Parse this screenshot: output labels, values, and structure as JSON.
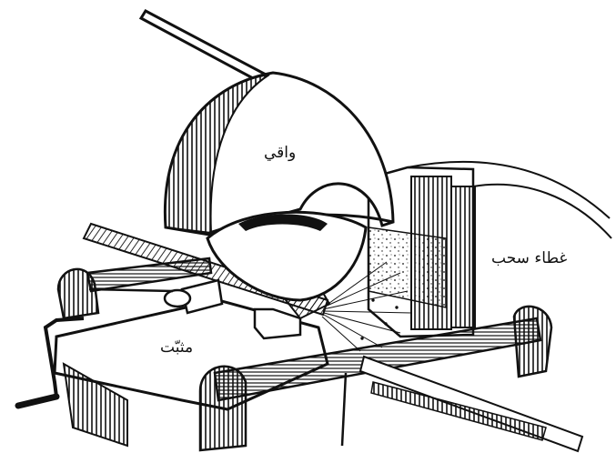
{
  "labels": {
    "guard": "واقي",
    "hood": "غطاء سحب",
    "clamp": "مثبّت"
  },
  "colors": {
    "ink": "#111111",
    "paper": "#ffffff"
  },
  "parts": [
    "operating-lever",
    "blade-guard",
    "cutting-wheel",
    "workpiece",
    "exhaust-hood",
    "vise-clamp",
    "machine-table",
    "clamp-handle",
    "spark-spray"
  ]
}
